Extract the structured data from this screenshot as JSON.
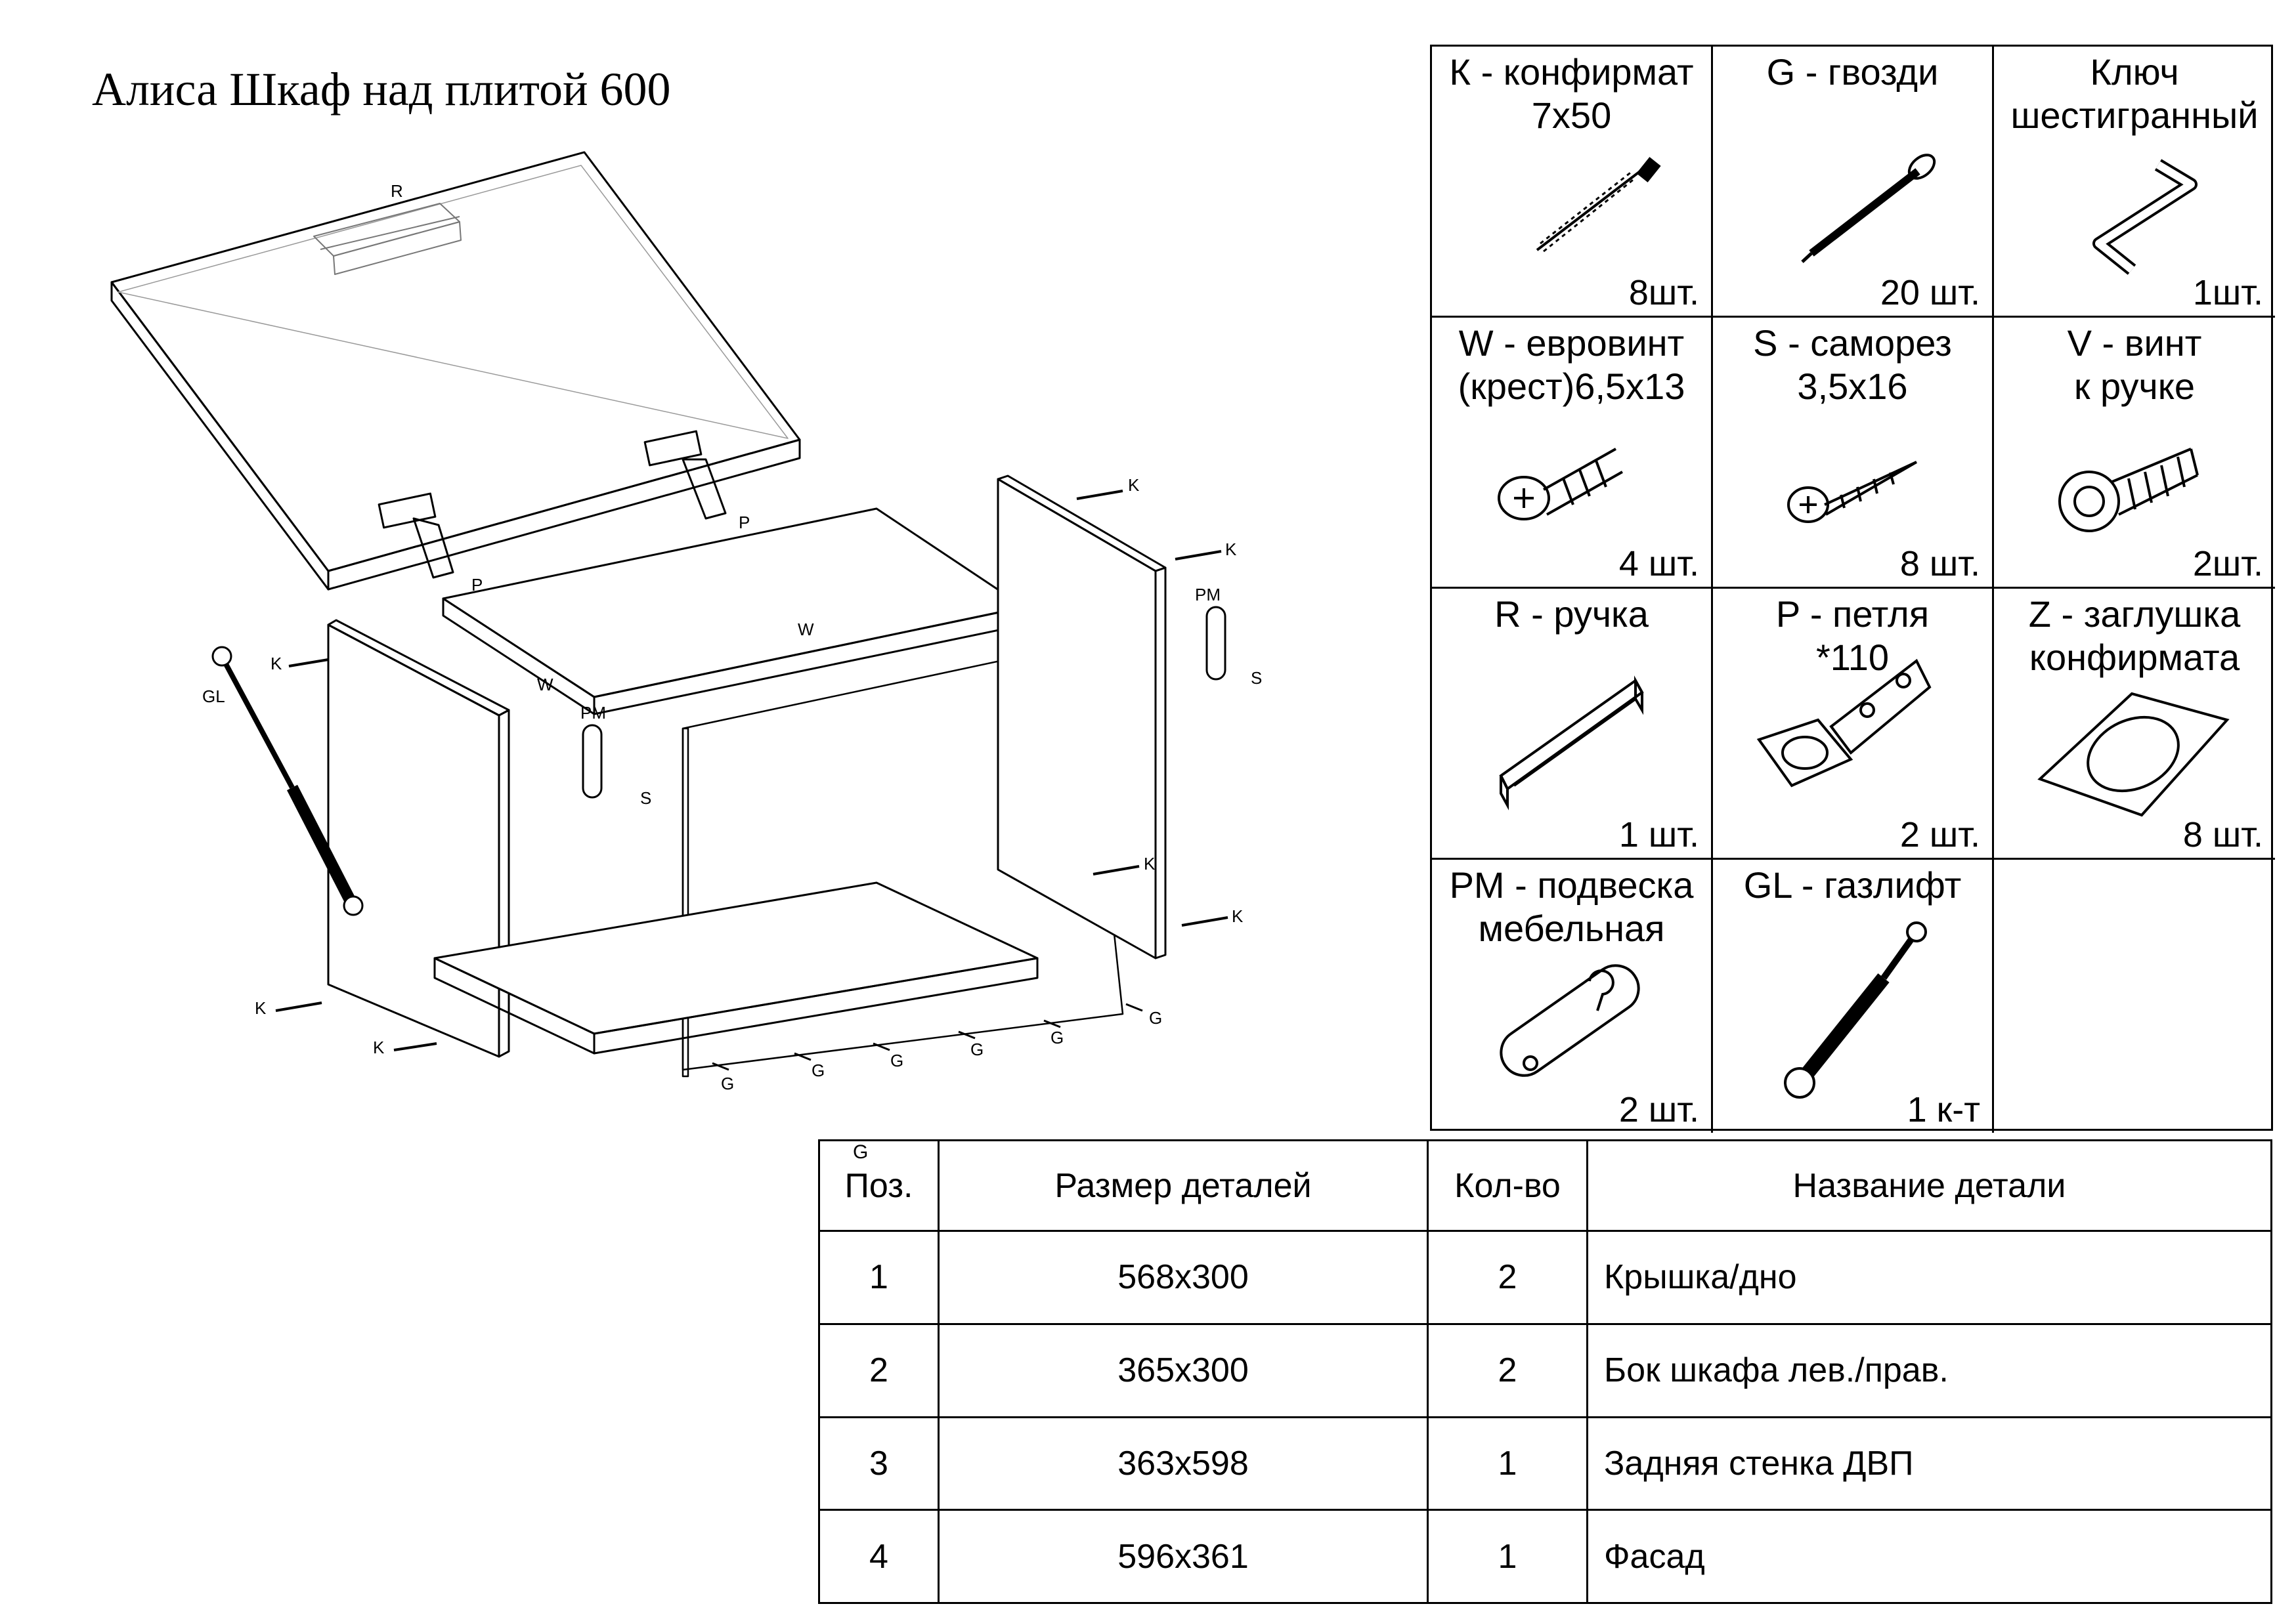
{
  "title": "Алиса Шкаф над плитой 600",
  "diagram_labels": {
    "R": "R",
    "P": "P",
    "W": "W",
    "K": "K",
    "G": "G",
    "S": "S",
    "PM": "PM",
    "GL": "GL"
  },
  "hardware": [
    {
      "name": "К - конфирмат\n7x50",
      "qty": "8шт.",
      "icon": "confirmat-screw-icon"
    },
    {
      "name": "G - гвозди",
      "qty": "20 шт.",
      "icon": "nail-icon"
    },
    {
      "name": "Ключ\nшестигранный",
      "qty": "1шт.",
      "icon": "hex-key-icon"
    },
    {
      "name": "W - евровинт\n(крест)6,5х13",
      "qty": "4 шт.",
      "icon": "euro-screw-icon"
    },
    {
      "name": "S - саморез\n3,5х16",
      "qty": "8 шт.",
      "icon": "self-tapping-screw-icon"
    },
    {
      "name": "V - винт\nк ручке",
      "qty": "2шт.",
      "icon": "handle-screw-icon"
    },
    {
      "name": "R - ручка",
      "qty": "1 шт.",
      "icon": "handle-icon"
    },
    {
      "name": "P - петля\n*110",
      "qty": "2 шт.",
      "icon": "hinge-icon"
    },
    {
      "name": "Z - заглушка\nконфирмата",
      "qty": "8 шт.",
      "icon": "confirmat-cap-icon"
    },
    {
      "name": "PM - подвеска\nмебельная",
      "qty": "2 шт.",
      "icon": "furniture-hanger-icon"
    },
    {
      "name": "GL - газлифт",
      "qty": "1 к-т",
      "icon": "gas-lift-icon"
    },
    {
      "name": "",
      "qty": "",
      "icon": ""
    }
  ],
  "parts_table": {
    "headers": [
      "Поз.",
      "Размер деталей",
      "Кол-во",
      "Название детали"
    ],
    "pos_header_mark": "G",
    "rows": [
      [
        "1",
        "568x300",
        "2",
        "Крышка/дно"
      ],
      [
        "2",
        "365x300",
        "2",
        "Бок шкафа лев./прав."
      ],
      [
        "3",
        "363x598",
        "1",
        "Задняя стенка ДВП"
      ],
      [
        "4",
        "596x361",
        "1",
        "Фасад"
      ]
    ]
  }
}
